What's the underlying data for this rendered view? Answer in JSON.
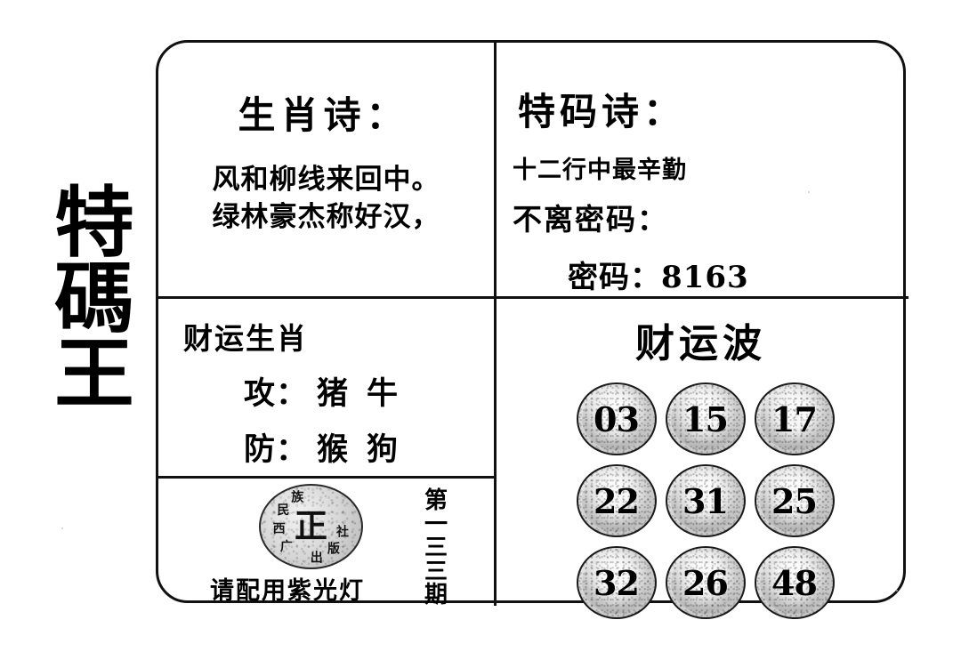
{
  "brand": {
    "chars": [
      "特",
      "碼",
      "王"
    ],
    "full": "特碼王"
  },
  "zodiac_poem": {
    "heading": "生肖诗：",
    "line1": "风和柳线来回中。",
    "line2": "绿林豪杰称好汉，"
  },
  "code_poem": {
    "heading": "特码诗：",
    "line1": "十二行中最辛勤",
    "line2": "不离密码：",
    "secret_label": "密码：",
    "secret_value": "8163",
    "secret_line": "密码：8163"
  },
  "fortune_zodiac": {
    "heading": "财运生肖",
    "attack_label": "攻：",
    "attack_animals": [
      "猪",
      "牛"
    ],
    "defend_label": "防：",
    "defend_animals": [
      "猴",
      "狗"
    ]
  },
  "fortune_wave": {
    "heading": "财运波",
    "balls": [
      {
        "number": "03"
      },
      {
        "number": "15"
      },
      {
        "number": "17"
      },
      {
        "number": "22"
      },
      {
        "number": "31"
      },
      {
        "number": "25"
      },
      {
        "number": "32"
      },
      {
        "number": "26"
      },
      {
        "number": "48"
      }
    ]
  },
  "stamp": {
    "center_char": "正",
    "ring_chars": [
      "广",
      "西",
      "民",
      "族",
      "出",
      "版",
      "社"
    ],
    "caption": "请配用紫光灯"
  },
  "issue": {
    "chars": [
      "第",
      "一",
      "三",
      "三",
      "期"
    ],
    "full": "第一三三期"
  },
  "colors": {
    "ink": "#000000",
    "border": "#111111",
    "ball_fill": "#cfcfcf",
    "paper": "#ffffff"
  }
}
